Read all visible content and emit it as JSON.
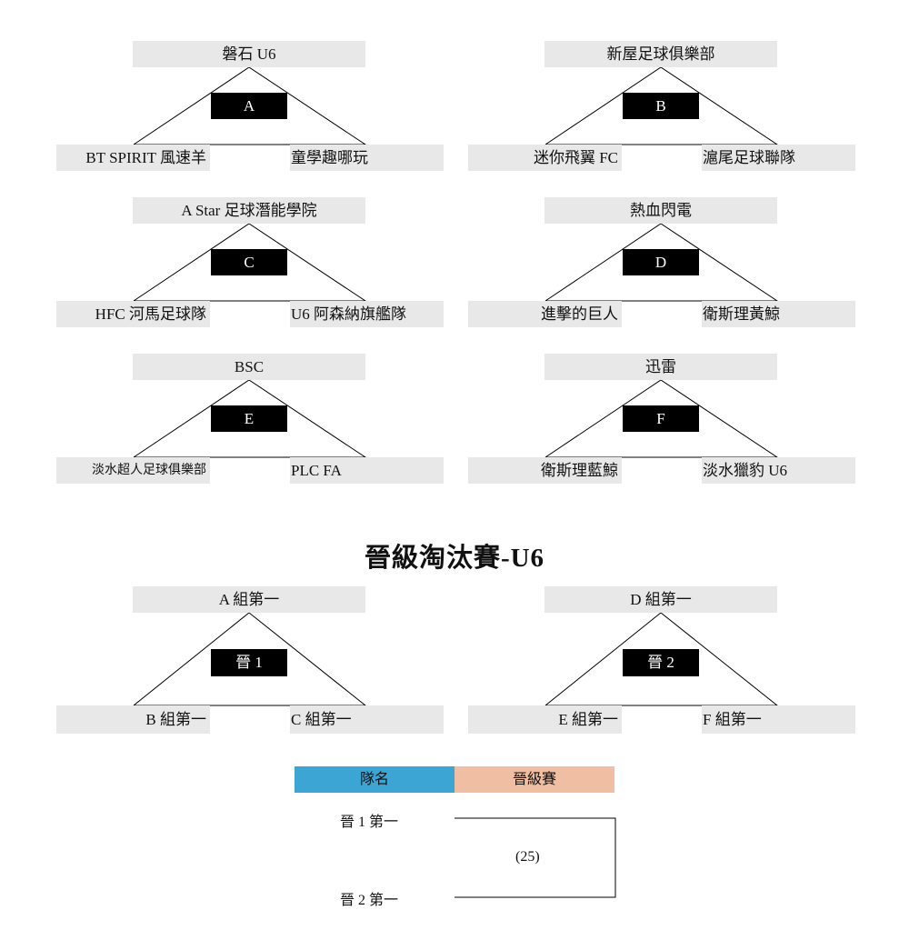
{
  "groups": [
    {
      "label": "A",
      "top_team": "磐石 U6",
      "left_team": "BT SPIRIT  風速羊",
      "right_team": "童學趣哪玩"
    },
    {
      "label": "B",
      "top_team": "新屋足球俱樂部",
      "left_team": "迷你飛翼 FC",
      "right_team": "滬尾足球聯隊"
    },
    {
      "label": "C",
      "top_team": "A Star  足球潛能學院",
      "left_team": "HFC 河馬足球隊",
      "right_team": "U6 阿森納旗艦隊"
    },
    {
      "label": "D",
      "top_team": "熱血閃電",
      "left_team": "進擊的巨人",
      "right_team": "衛斯理黃鯨"
    },
    {
      "label": "E",
      "top_team": "BSC",
      "left_team": "淡水超人足球俱樂部",
      "right_team": "PLC FA"
    },
    {
      "label": "F",
      "top_team": "迅雷",
      "left_team": "衛斯理藍鯨",
      "right_team": "淡水獵豹 U6"
    }
  ],
  "knockout": {
    "title": "晉級淘汰賽-U6",
    "groups": [
      {
        "label": "晉 1",
        "top_team": "A 組第一",
        "left_team": "B 組第一",
        "right_team": "C 組第一"
      },
      {
        "label": "晉 2",
        "top_team": "D 組第一",
        "left_team": "E 組第一",
        "right_team": "F 組第一"
      }
    ]
  },
  "final": {
    "header_team": "隊名",
    "header_round": "晉級賽",
    "team1": "晉 1 第一",
    "team2": "晉 2 第一",
    "match_number": "(25)",
    "header_team_color": "#3da5d4",
    "header_round_color": "#efbea3"
  }
}
